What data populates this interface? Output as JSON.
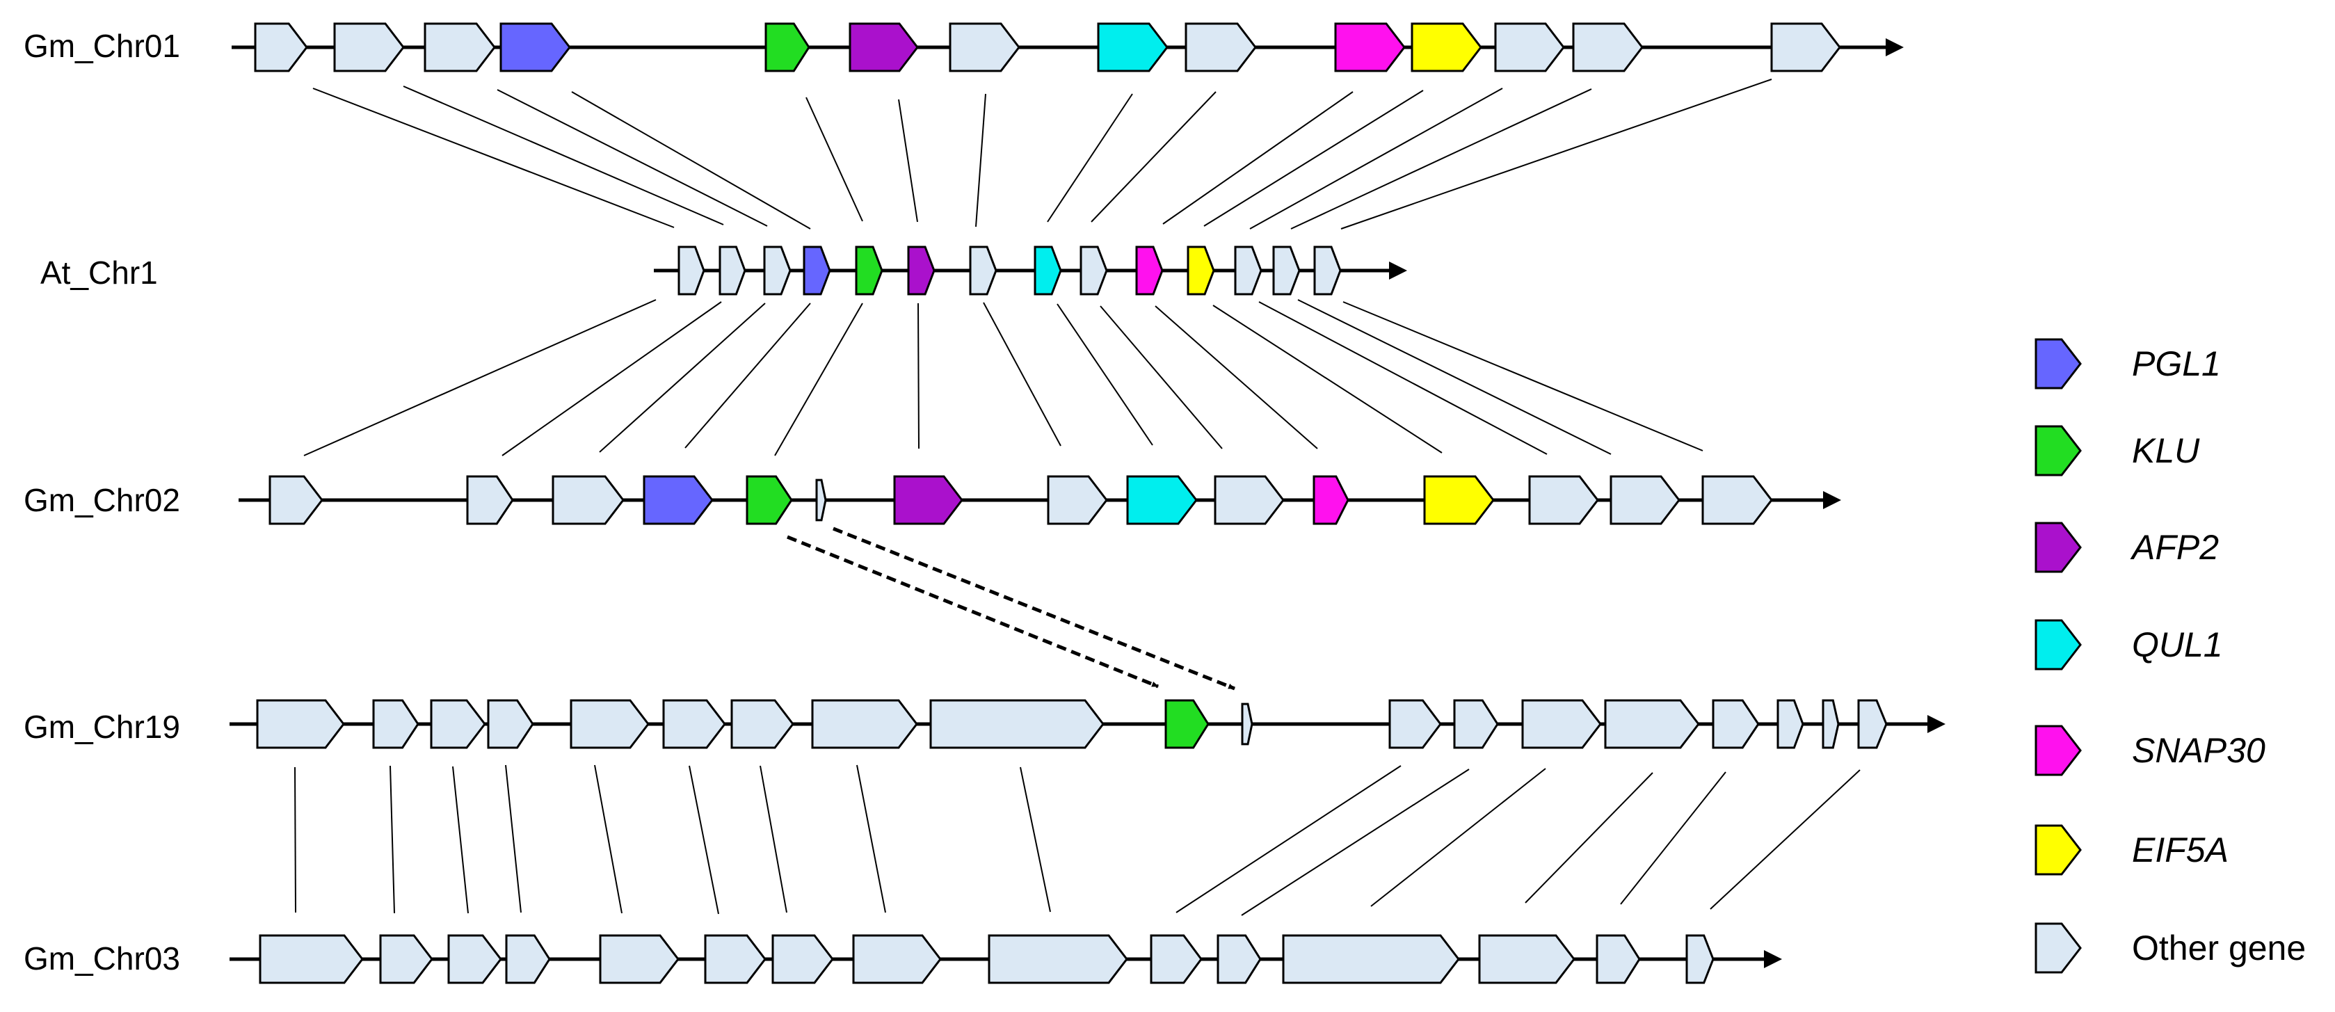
{
  "colors": {
    "PGL1": "#6666ff",
    "KLU": "#22dd22",
    "AFP2": "#aa11cc",
    "QUL1": "#00eeee",
    "SNAP30": "#ff11ee",
    "EIF5A": "#ffff00",
    "other": "#dbe8f4",
    "stroke": "#000000"
  },
  "chromosomes": [
    {
      "id": "gm01",
      "label": "Gm_Chr01"
    },
    {
      "id": "at1",
      "label": "At_Chr1"
    },
    {
      "id": "gm02",
      "label": "Gm_Chr02"
    },
    {
      "id": "gm19",
      "label": "Gm_Chr19"
    },
    {
      "id": "gm03",
      "label": "Gm_Chr03"
    }
  ],
  "legend": [
    {
      "gene": "PGL1",
      "label": "PGL1",
      "italic": true
    },
    {
      "gene": "KLU",
      "label": "KLU",
      "italic": true
    },
    {
      "gene": "AFP2",
      "label": "AFP2",
      "italic": true
    },
    {
      "gene": "QUL1",
      "label": "QUL1",
      "italic": true
    },
    {
      "gene": "SNAP30",
      "label": "SNAP30",
      "italic": true
    },
    {
      "gene": "EIF5A",
      "label": "EIF5A",
      "italic": true
    },
    {
      "gene": "other",
      "label": "Other gene",
      "italic": false
    }
  ]
}
